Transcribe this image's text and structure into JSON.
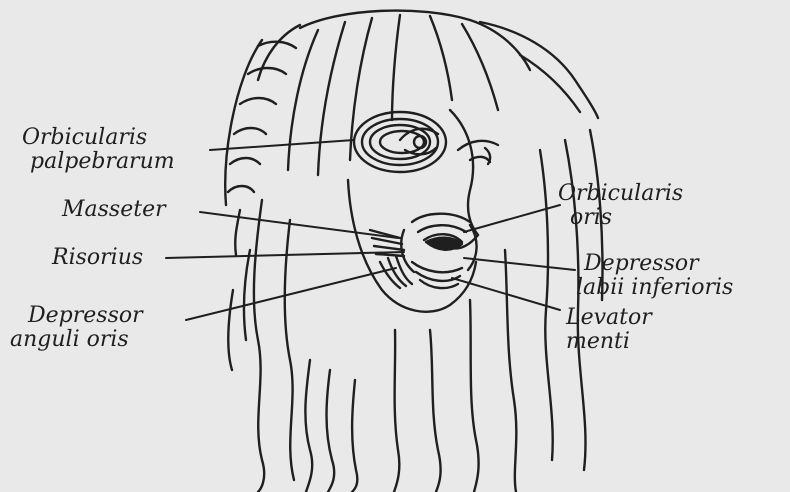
{
  "colors": {
    "background": "#e9e9e9",
    "ink": "#1f1f1f"
  },
  "labels": {
    "orbicularis_palpebrarum": {
      "line1": "Orbicularis",
      "line2": "palpebrarum"
    },
    "masseter": "Masseter",
    "risorius": "Risorius",
    "depressor_anguli_oris": {
      "line1": "Depressor",
      "line2": "anguli oris"
    },
    "orbicularis_oris": {
      "line1": "Orbicularis",
      "line2": "oris"
    },
    "depressor_labii_inferioris": {
      "line1": "Depressor",
      "line2": "labii inferioris"
    },
    "levator_menti": {
      "line1": "Levator",
      "line2": "menti"
    }
  }
}
